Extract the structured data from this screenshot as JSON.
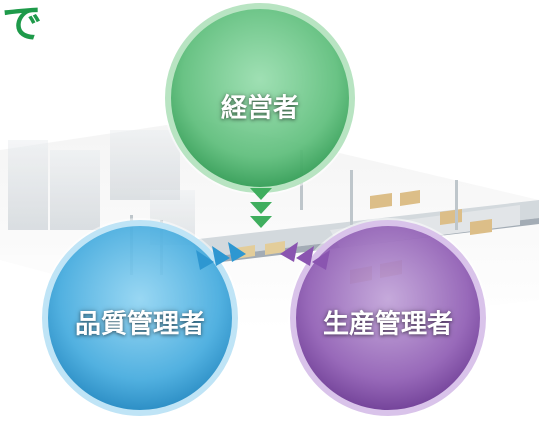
{
  "header": {
    "fragment_text": "で"
  },
  "nodes": [
    {
      "id": "management",
      "label": "経営者",
      "color": "#5cc07a",
      "ring": "#b8e4c2"
    },
    {
      "id": "quality",
      "label": "品質管理者",
      "color": "#3aa6dc",
      "ring": "#bfe4f6"
    },
    {
      "id": "production",
      "label": "生産管理者",
      "color": "#8a55b0",
      "ring": "#d9c3ea"
    }
  ],
  "arrows": [
    {
      "from": "management",
      "to": "conveyor",
      "color": "#3fae5e"
    },
    {
      "from": "quality",
      "to": "conveyor",
      "color": "#2e97d1"
    },
    {
      "from": "production",
      "to": "conveyor",
      "color": "#8a55b0"
    }
  ]
}
